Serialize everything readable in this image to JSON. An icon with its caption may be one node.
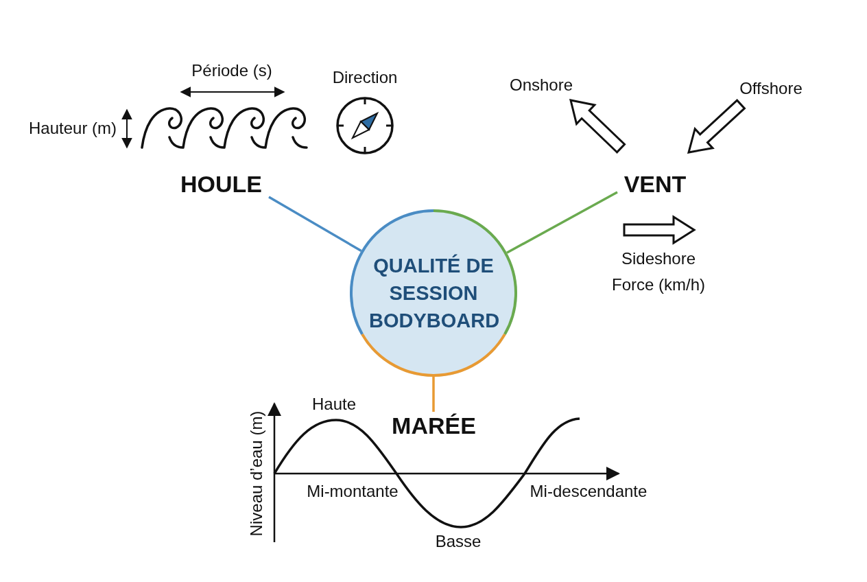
{
  "diagram": {
    "nodes": [
      {
        "text": [
          "QUALITÉ DE SESSION BODYBOARD"
        ]
      },
      {
        "text": [
          "HOULE"
        ]
      },
      {
        "text": [
          "VENT"
        ]
      },
      {
        "text": [
          "MARÉE"
        ]
      }
    ],
    "edges": [
      {
        "from": 0,
        "to": 1,
        "arrow": "none",
        "color": "#4a8cc4"
      },
      {
        "from": 0,
        "to": 2,
        "arrow": "none",
        "color": "#6aaa4f"
      },
      {
        "from": 0,
        "to": 3,
        "arrow": "none",
        "color": "#e89a33"
      }
    ],
    "labels": [
      "Période (s)",
      "Direction",
      "Onshore",
      "Offshore",
      "Hauteur (m)",
      "Sideshore",
      "Force (km/h)",
      "Haute",
      "Niveau d’eau (m)",
      "Mi-montante",
      "Mi-descendante",
      "Basse"
    ]
  }
}
